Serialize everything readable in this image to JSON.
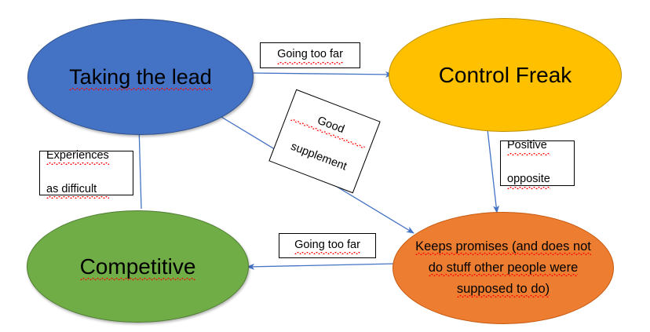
{
  "diagram": {
    "title": "Taking the lead / Control Freak / Competitive / Keeps promises relationship diagram",
    "background_color": "#FFFFFF",
    "nodes": [
      {
        "id": "taking-the-lead",
        "label": "Taking the lead",
        "fill_color": "#4472C4",
        "border_color": "#2F528F",
        "text_color": "#000000",
        "shape": "ellipse",
        "spellcheck_underline": true
      },
      {
        "id": "control-freak",
        "label": "Control Freak",
        "fill_color": "#FFC000",
        "border_color": "#BF9000",
        "text_color": "#000000",
        "shape": "ellipse",
        "spellcheck_underline": false
      },
      {
        "id": "competitive",
        "label": "Competitive",
        "fill_color": "#70AD47",
        "border_color": "#507E32",
        "text_color": "#000000",
        "shape": "ellipse",
        "spellcheck_underline": true
      },
      {
        "id": "keeps-promises",
        "label_lines": [
          "Keeps promises (and does not",
          "do stuff other people were",
          "supposed to do)"
        ],
        "fill_color": "#ED7D31",
        "border_color": "#C55A11",
        "text_color": "#000000",
        "shape": "ellipse",
        "spellcheck_underline": true
      }
    ],
    "edge_labels": [
      {
        "id": "going-too-far-top",
        "text": "Going too far",
        "from": "taking-the-lead",
        "to": "control-freak",
        "rotated": false
      },
      {
        "id": "good-supplement",
        "line1": "Good",
        "line2": "supplement",
        "from": "taking-the-lead",
        "to": "keeps-promises",
        "rotated": true,
        "rotation_degrees": 21
      },
      {
        "id": "positive-opposite",
        "line1": "Positive",
        "line2": "opposite",
        "from": "control-freak",
        "to": "keeps-promises",
        "rotated": false
      },
      {
        "id": "going-too-far-bottom",
        "text": "Going too far",
        "from": "keeps-promises",
        "to": "competitive",
        "rotated": false
      },
      {
        "id": "experiences-as-difficult",
        "line1": "Experiences",
        "line2": "as difficult",
        "from": "competitive",
        "to": "taking-the-lead",
        "rotated": false
      }
    ],
    "arrows": [
      {
        "id": "arrow-lead-to-freak",
        "from": "taking-the-lead",
        "to": "control-freak",
        "color": "#4472C4",
        "direction": "right"
      },
      {
        "id": "arrow-lead-to-promises",
        "from": "taking-the-lead",
        "to": "keeps-promises",
        "color": "#4472C4",
        "direction": "down-right"
      },
      {
        "id": "arrow-freak-to-promises",
        "from": "control-freak",
        "to": "keeps-promises",
        "color": "#4472C4",
        "direction": "down"
      },
      {
        "id": "arrow-promises-to-competitive",
        "from": "keeps-promises",
        "to": "competitive",
        "color": "#4472C4",
        "direction": "left"
      },
      {
        "id": "arrow-competitive-to-lead",
        "from": "competitive",
        "to": "taking-the-lead",
        "color": "#4472C4",
        "direction": "up"
      }
    ]
  }
}
